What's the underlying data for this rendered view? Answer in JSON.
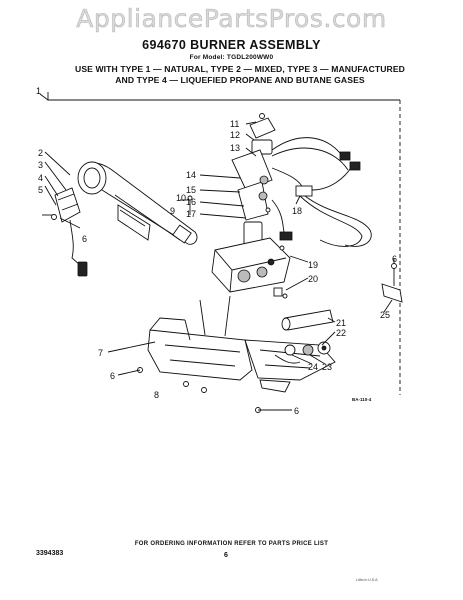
{
  "watermark": "AppliancePartsPros.com",
  "title": "694670 BURNER ASSEMBLY",
  "model_line": "For Model: TGDL200WW0",
  "usage_line1": "USE WITH TYPE 1 — NATURAL, TYPE 2 — MIXED, TYPE 3 — MANUFACTURED",
  "usage_line2": "AND TYPE 4 — LIQUEFIED PROPANE AND BUTANE GASES",
  "footer_note": "FOR ORDERING INFORMATION REFER TO PARTS PRICE LIST",
  "page_number": "6",
  "doc_number": "3394383",
  "drawing_code": "BA-110-4",
  "print_code": "Litho in U.S.A.",
  "callouts": [
    "1",
    "2",
    "3",
    "4",
    "5",
    "6",
    "7",
    "6",
    "8",
    "9",
    "10",
    "11",
    "12",
    "13",
    "14",
    "15",
    "16",
    "17",
    "18",
    "19",
    "20",
    "21",
    "22",
    "23",
    "24",
    "25",
    "6",
    "6"
  ]
}
